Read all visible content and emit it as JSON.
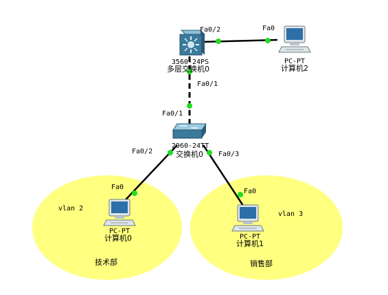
{
  "zones": {
    "left": {
      "vlan_label": "vlan  2",
      "dept_label": "技术部",
      "fill": "#ffff80"
    },
    "right": {
      "vlan_label": "vlan  3",
      "dept_label": "销售部",
      "fill": "#ffff80"
    }
  },
  "devices": {
    "multilayer_switch": {
      "model": "3560-24PS",
      "name": "多层交换机0"
    },
    "switch0": {
      "model": "2960-24TT",
      "name": "交换机0"
    },
    "pc0": {
      "model": "PC-PT",
      "name": "计算机0"
    },
    "pc1": {
      "model": "PC-PT",
      "name": "计算机1"
    },
    "pc2": {
      "model": "PC-PT",
      "name": "计算机2"
    }
  },
  "ports": {
    "ml_fa02": "Fa0/2",
    "pc2_fa0": "Fa0",
    "ml_fa01": "Fa0/1",
    "sw_fa01": "Fa0/1",
    "sw_fa02": "Fa0/2",
    "sw_fa03": "Fa0/3",
    "pc0_fa0": "Fa0",
    "pc1_fa0": "Fa0"
  },
  "colors": {
    "link": "#000000",
    "port_dot": "#22dd22",
    "switch_body": "#3c7a9c",
    "pc_screen": "#2d6fa8"
  }
}
